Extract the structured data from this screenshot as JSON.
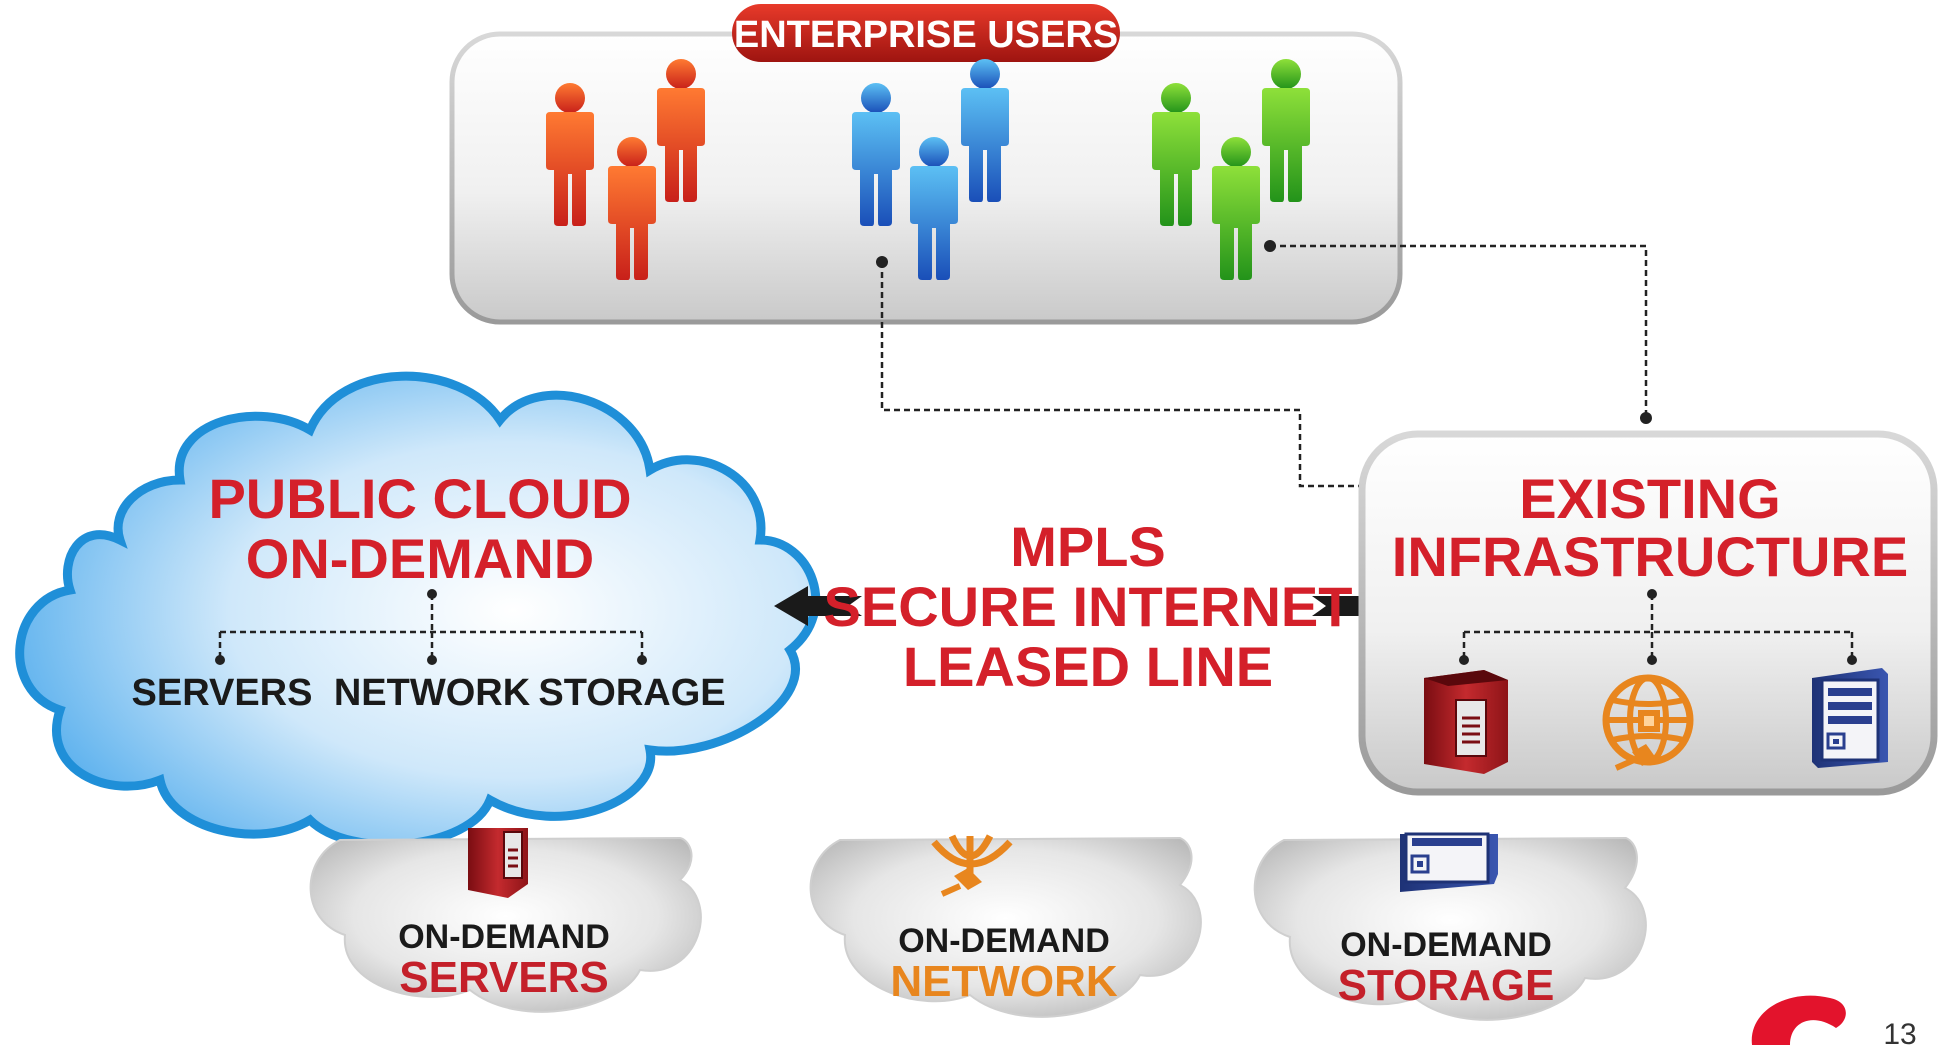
{
  "users": {
    "badge_label": "ENTERPRISE USERS",
    "groups": [
      {
        "color_light": "#ff6a3a",
        "color_dark": "#d3261a"
      },
      {
        "color_light": "#54b6f0",
        "color_dark": "#1a5fc4"
      },
      {
        "color_light": "#7fd43a",
        "color_dark": "#2a9a1a"
      }
    ]
  },
  "public_cloud": {
    "title_line1": "PUBLIC CLOUD",
    "title_line2": "ON-DEMAND",
    "items": [
      "SERVERS",
      "NETWORK",
      "STORAGE"
    ]
  },
  "connection": {
    "lines": [
      "MPLS",
      "SECURE INTERNET",
      "LEASED LINE"
    ]
  },
  "existing": {
    "title_line1": "EXISTING",
    "title_line2": "INFRASTRUCTURE",
    "icons": [
      "server-icon",
      "network-globe-icon",
      "storage-icon"
    ]
  },
  "on_demand": [
    {
      "line1": "ON-DEMAND",
      "line2": "SERVERS",
      "icon": "server-icon",
      "accent": "#c4202a"
    },
    {
      "line1": "ON-DEMAND",
      "line2": "NETWORK",
      "icon": "network-globe-icon",
      "accent": "#e8861e"
    },
    {
      "line1": "ON-DEMAND",
      "line2": "STORAGE",
      "icon": "storage-icon",
      "accent": "#c4202a"
    }
  ],
  "page_number": "13",
  "colors": {
    "accent_red": "#d4202a",
    "dark_text": "#1a1a1a",
    "cloud_blue": "#1f8fd8",
    "orange": "#e8861e",
    "navy": "#2a3f8f"
  }
}
